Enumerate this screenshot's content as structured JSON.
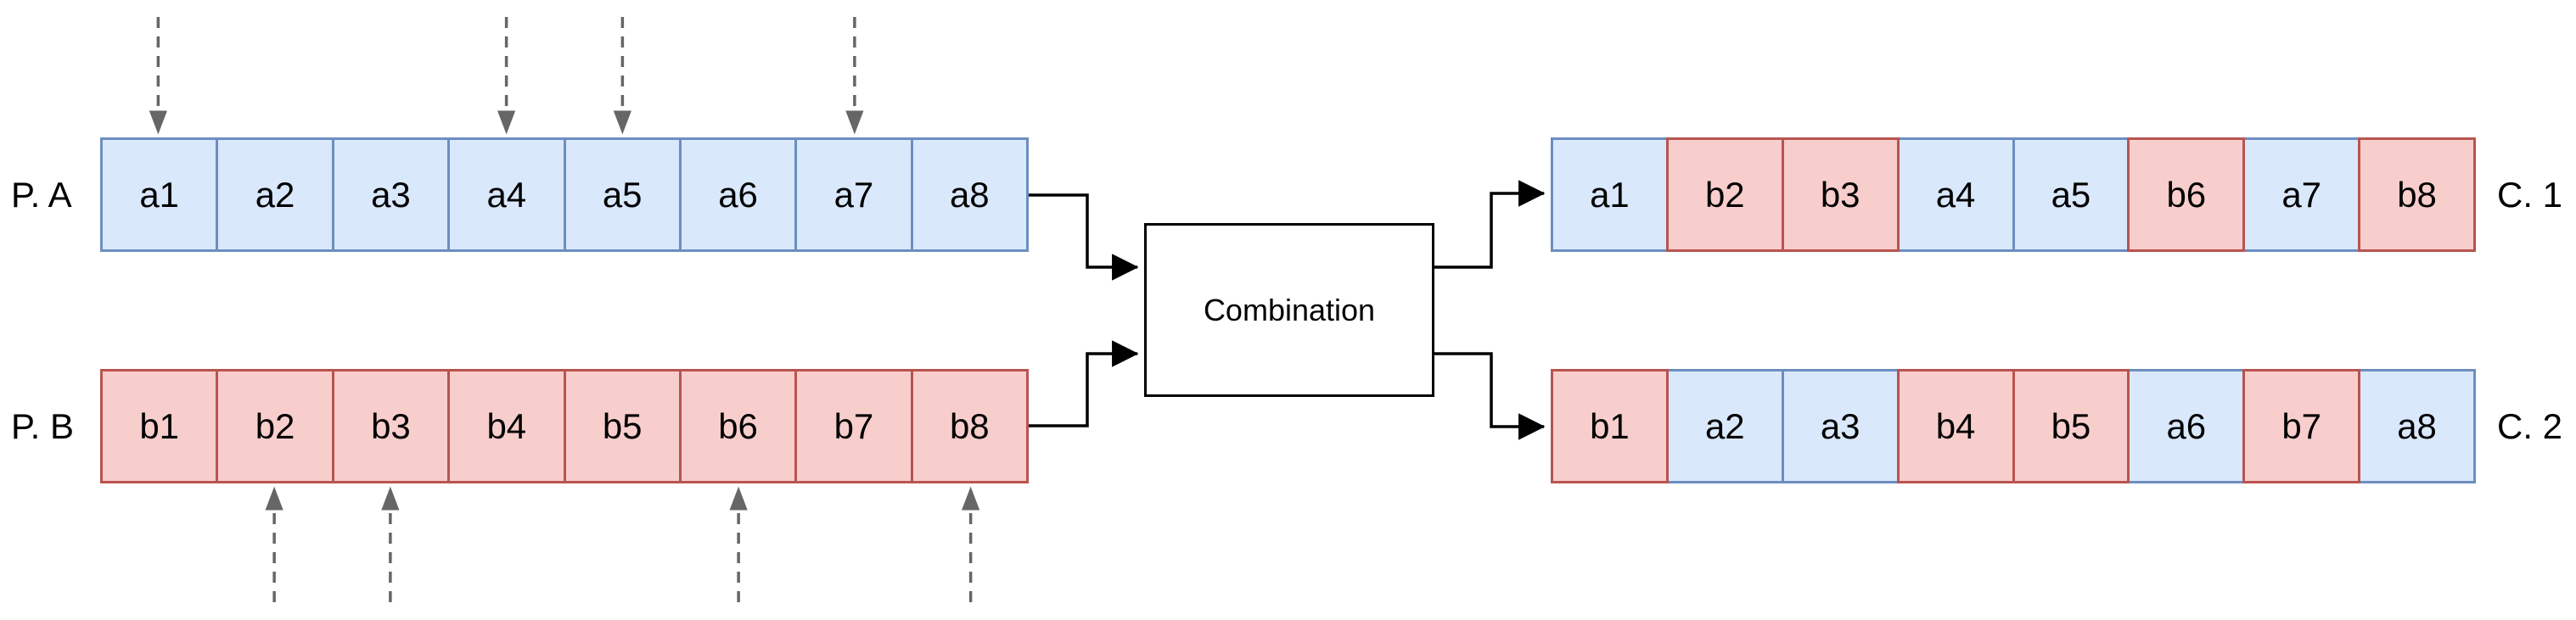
{
  "figure": {
    "type": "genetic-crossover-diagram",
    "description_not_rendered": ""
  },
  "parent_rows": [
    {
      "label": "P. A",
      "cells": [
        {
          "text": "a1",
          "color": "blue"
        },
        {
          "text": "a2",
          "color": "blue"
        },
        {
          "text": "a3",
          "color": "blue"
        },
        {
          "text": "a4",
          "color": "blue"
        },
        {
          "text": "a5",
          "color": "blue"
        },
        {
          "text": "a6",
          "color": "blue"
        },
        {
          "text": "a7",
          "color": "blue"
        },
        {
          "text": "a8",
          "color": "blue"
        }
      ]
    },
    {
      "label": "P. B",
      "cells": [
        {
          "text": "b1",
          "color": "red"
        },
        {
          "text": "b2",
          "color": "red"
        },
        {
          "text": "b3",
          "color": "red"
        },
        {
          "text": "b4",
          "color": "red"
        },
        {
          "text": "b5",
          "color": "red"
        },
        {
          "text": "b6",
          "color": "red"
        },
        {
          "text": "b7",
          "color": "red"
        },
        {
          "text": "b8",
          "color": "red"
        }
      ]
    }
  ],
  "combination_box": {
    "label": "Combination"
  },
  "child_rows": [
    {
      "label": "C. 1",
      "cells": [
        {
          "text": "a1",
          "color": "blue"
        },
        {
          "text": "b2",
          "color": "red"
        },
        {
          "text": "b3",
          "color": "red"
        },
        {
          "text": "a4",
          "color": "blue"
        },
        {
          "text": "a5",
          "color": "blue"
        },
        {
          "text": "b6",
          "color": "red"
        },
        {
          "text": "a7",
          "color": "blue"
        },
        {
          "text": "b8",
          "color": "red"
        }
      ]
    },
    {
      "label": "C. 2",
      "cells": [
        {
          "text": "b1",
          "color": "red"
        },
        {
          "text": "a2",
          "color": "blue"
        },
        {
          "text": "a3",
          "color": "blue"
        },
        {
          "text": "b4",
          "color": "red"
        },
        {
          "text": "b5",
          "color": "red"
        },
        {
          "text": "a6",
          "color": "blue"
        },
        {
          "text": "b7",
          "color": "red"
        },
        {
          "text": "a8",
          "color": "blue"
        }
      ]
    }
  ],
  "selection_arrows": {
    "above_parent_a": [
      "a1",
      "a4",
      "a5",
      "a7"
    ],
    "below_parent_b": [
      "b2",
      "b3",
      "b6",
      "b8"
    ]
  },
  "colors": {
    "blue_fill": "#dae8fc",
    "blue_stroke": "#6c8ebf",
    "red_fill": "#f8cecc",
    "red_stroke": "#b85450",
    "connector": "#000000",
    "dashed_arrow": "#666666",
    "box_fill": "#ffffff",
    "box_stroke": "#000000",
    "text": "#000000"
  }
}
